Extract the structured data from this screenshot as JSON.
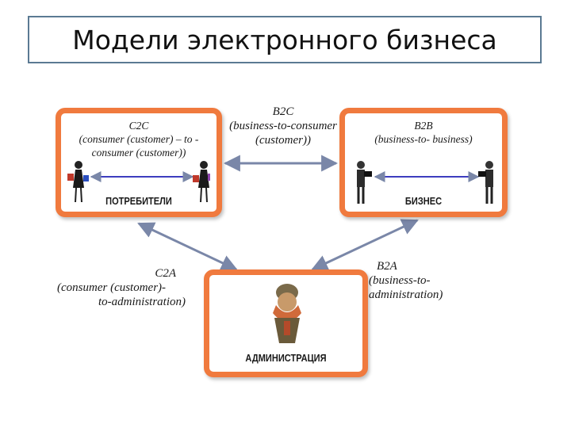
{
  "title": "Модели электронного бизнеса",
  "nodes": {
    "consumers": {
      "title_lines": [
        "C2C",
        "(consumer (customer) – to -",
        "consumer (customer))"
      ],
      "label": "ПОТРЕБИТЕЛИ"
    },
    "business": {
      "title_lines": [
        "B2B",
        "(business-to- business)"
      ],
      "label": "БИЗНЕС"
    },
    "administration": {
      "label": "АДМИНИСТРАЦИЯ"
    }
  },
  "edges": {
    "b2c": [
      "B2C",
      "(business-to-consumer",
      "(customer))"
    ],
    "c2a": [
      "C2A",
      "(consumer (customer)-",
      "to-administration)"
    ],
    "b2a": [
      "B2A",
      "(business-to-",
      "administration)"
    ]
  },
  "colors": {
    "node_border": "#f07a3e",
    "arrow": "#7a87a8",
    "title_border": "#5b7a93"
  }
}
